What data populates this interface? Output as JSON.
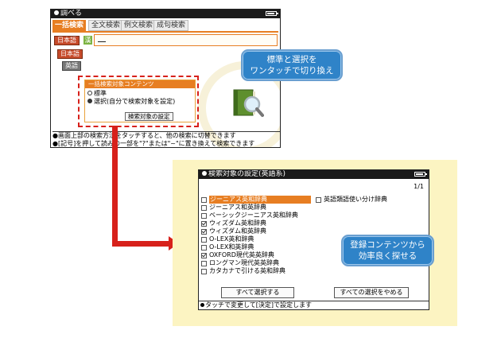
{
  "screen1": {
    "title": "調べる",
    "tabs": [
      "一括検索",
      "全文検索",
      "例文検索",
      "成句検索"
    ],
    "lang_buttons": [
      "日本語",
      "日本語",
      "英語"
    ],
    "kanji_icon": "漢",
    "panel": {
      "title": "一括検索対象コンテンツ",
      "options": [
        "標準",
        "選択(自分で検索対象を設定)"
      ],
      "selected": 1,
      "button": "検索対象の設定"
    },
    "hints": [
      "●画面上部の検索方法をタッチすると、他の検索に切替できます",
      "●[記号]を押して読みの一部を\"?\"または\"~\"に置き換えて検索できます"
    ]
  },
  "callout1": [
    "標準と選択を",
    "ワンタッチで切り換え"
  ],
  "screen2": {
    "title": "検索対象の設定(英語系)",
    "page": "1/1",
    "items_left": [
      {
        "label": "ジーニアス英和辞典",
        "checked": false,
        "highlighted": true
      },
      {
        "label": "ジーニアス和英辞典",
        "checked": false
      },
      {
        "label": "ベーシックジーニアス英和辞典",
        "checked": false
      },
      {
        "label": "ウィズダム英和辞典",
        "checked": true
      },
      {
        "label": "ウィズダム和英辞典",
        "checked": true
      },
      {
        "label": "O-LEX英和辞典",
        "checked": false
      },
      {
        "label": "O-LEX和英辞典",
        "checked": false
      },
      {
        "label": "OXFORD現代英英辞典",
        "checked": true
      },
      {
        "label": "ロングマン現代英英辞典",
        "checked": false
      },
      {
        "label": "カタカナで引ける英和辞典",
        "checked": false
      }
    ],
    "items_right": [
      {
        "label": "英語類語使い分け辞典",
        "checked": false
      }
    ],
    "select_all": "すべて選択する",
    "deselect_all": "すべての選択をやめる",
    "footer": "タッチで変更して[決定]で設定します"
  },
  "callout2": [
    "登録コンテンツから",
    "効率良く探せる"
  ],
  "colors": {
    "orange": "#e77e22",
    "red": "#d7211b",
    "blue": "#2f83c8",
    "yellow": "#fcf4c2"
  }
}
